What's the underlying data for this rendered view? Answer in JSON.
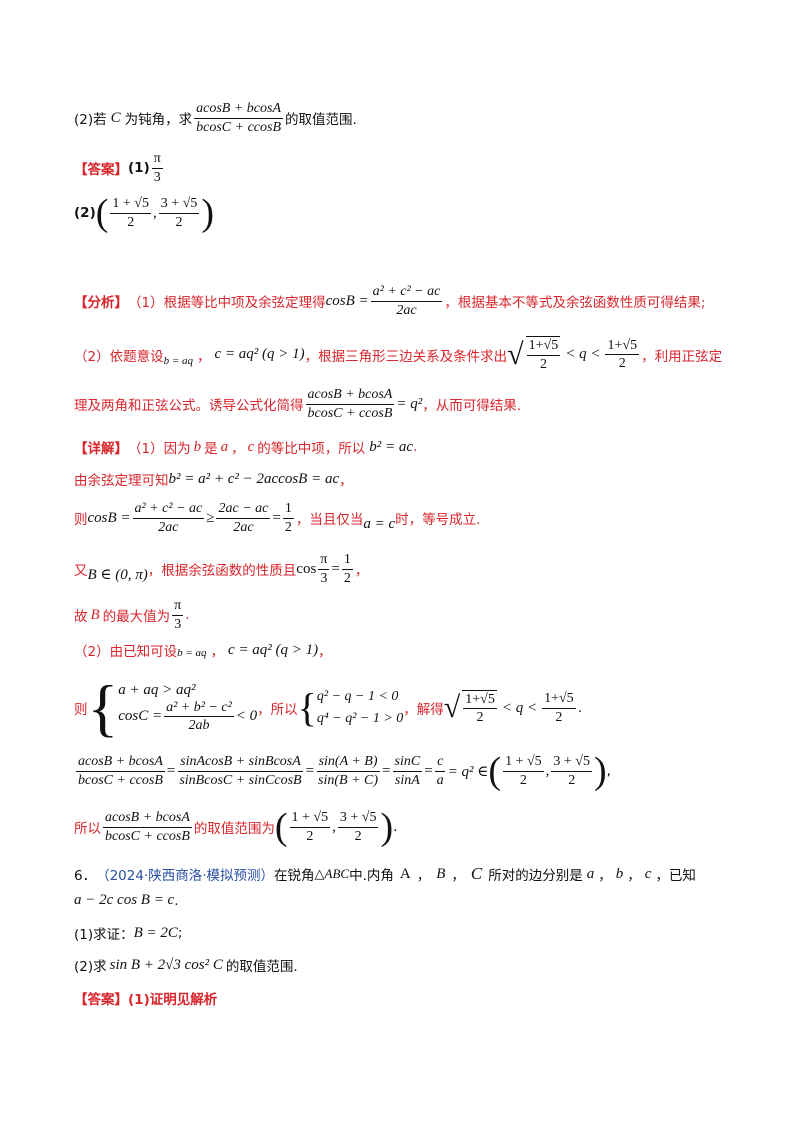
{
  "q2_prefix": "(2)若",
  "q2_C": "C",
  "q2_mid": "为钝角，求",
  "q2_frac_num": "acosB + bcosA",
  "q2_frac_den": "bcosC + ccosB",
  "q2_suffix": "的取值范围.",
  "answer_label": "【答案】",
  "answer1_prefix": "(1)",
  "answer1_num": "π",
  "answer1_den": "3",
  "answer2_prefix": "(2)",
  "answer2_a_num": "1 + √5",
  "answer2_a_den": "2",
  "answer2_b_num": "3 + √5",
  "answer2_b_den": "2",
  "analysis_label": "【分析】",
  "analysis1_a": "（1）根据等比中项及余弦定理得",
  "analysis1_cos": "cosB =",
  "analysis1_num": "a² + c² − ac",
  "analysis1_den": "2ac",
  "analysis1_b": "，根据基本不等式及余弦函数性质可得结果;",
  "analysis2_a": "（2）依题意设",
  "analysis2_b_eq": "b = aq",
  "analysis2_c_eq": "c = aq² (q > 1)",
  "analysis2_b": "，根据三角形三边关系及条件求出",
  "analysis2_sqrt_num": "1+√5",
  "analysis2_sqrt_den": "2",
  "analysis2_lt": "< q <",
  "analysis2_r_num": "1+√5",
  "analysis2_r_den": "2",
  "analysis2_c": "，利用正弦定",
  "analysis3_a": "理及两角和正弦公式。诱导公式化简得",
  "analysis3_num": "acosB + bcosA",
  "analysis3_den": "bcosC + ccosB",
  "analysis3_eq": "= q²",
  "analysis3_b": "，从而可得结果.",
  "detail_label": "【详解】",
  "detail1_a": "（1）因为",
  "detail1_b": "是",
  "detail1_c": "的等比中项，所以",
  "detail1_eq": "b² = ac",
  "detail2_a": "由余弦定理可知",
  "detail2_eq": "b² = a² + c² − 2accosB = ac",
  "detail3_a": "则",
  "detail3_cos": "cosB =",
  "detail3_n1": "a² + c² − ac",
  "detail3_d1": "2ac",
  "detail3_ge": "≥",
  "detail3_n2": "2ac − ac",
  "detail3_d2": "2ac",
  "detail3_eq": "=",
  "detail3_n3": "1",
  "detail3_d3": "2",
  "detail3_b": "，当且仅当",
  "detail3_ac": "a = c",
  "detail3_c": "时，等号成立.",
  "detail4_a": "又",
  "detail4_in": "B ∈ (0, π)",
  "detail4_b": "，根据余弦函数的性质且",
  "detail4_cos": "cos",
  "detail4_pn": "π",
  "detail4_pd": "3",
  "detail4_eq": "=",
  "detail4_hn": "1",
  "detail4_hd": "2",
  "detail5_a": "故",
  "detail5_b": "的最大值为",
  "detail5_pn": "π",
  "detail5_pd": "3",
  "detail6_a": "（2）由已知可设",
  "detail6_b_eq": "b = aq",
  "detail6_c_eq": "c = aq² (q > 1)",
  "detail7_a": "则",
  "detail7_s1": "a + aq > aq²",
  "detail7_s2_cos": "cosC =",
  "detail7_s2_num": "a² + b² − c²",
  "detail7_s2_den": "2ab",
  "detail7_s2_lt": "< 0",
  "detail7_b": "，所以",
  "detail7_t1": "q² − q − 1 < 0",
  "detail7_t2": "q⁴ − q² − 1 > 0",
  "detail7_c": "，解得",
  "detail7_sqrt_num": "1+√5",
  "detail7_sqrt_den": "2",
  "detail7_lt": "< q <",
  "detail7_r_num": "1+√5",
  "detail7_r_den": "2",
  "detail8_f1n": "acosB + bcosA",
  "detail8_f1d": "bcosC + ccosB",
  "detail8_f2n": "sinAcosB + sinBcosA",
  "detail8_f2d": "sinBcosC + sinCcosB",
  "detail8_f3n": "sin(A + B)",
  "detail8_f3d": "sin(B + C)",
  "detail8_f4n": "sinC",
  "detail8_f4d": "sinA",
  "detail8_f5n": "c",
  "detail8_f5d": "a",
  "detail8_tail": "= q² ∈",
  "detail8_in_a_num": "1 + √5",
  "detail8_in_a_den": "2",
  "detail8_in_b_num": "3 + √5",
  "detail8_in_b_den": "2",
  "detail9_a": "所以",
  "detail9_num": "acosB + bcosA",
  "detail9_den": "bcosC + ccosB",
  "detail9_b": "的取值范围为",
  "detail9_in_a_num": "1 + √5",
  "detail9_in_a_den": "2",
  "detail9_in_b_num": "3 + √5",
  "detail9_in_b_den": "2",
  "q6_num": "6．",
  "q6_source": "（2024·陕西商洛·模拟预测）",
  "q6_a": "在锐角",
  "q6_tri": "△ABC",
  "q6_b": "中.内角",
  "q6_c": "所对的边分别是",
  "q6_d": "，已知",
  "q6_cond": "a − 2c cos B = c",
  "q6_1_a": "(1)求证：",
  "q6_1_eq": "B = 2C",
  "q6_2_a": "(2)求",
  "q6_2_expr": "sin B + 2√3 cos² C",
  "q6_2_b": "的取值范围.",
  "answer6_label": "【答案】",
  "answer6_text": "(1)证明见解析"
}
